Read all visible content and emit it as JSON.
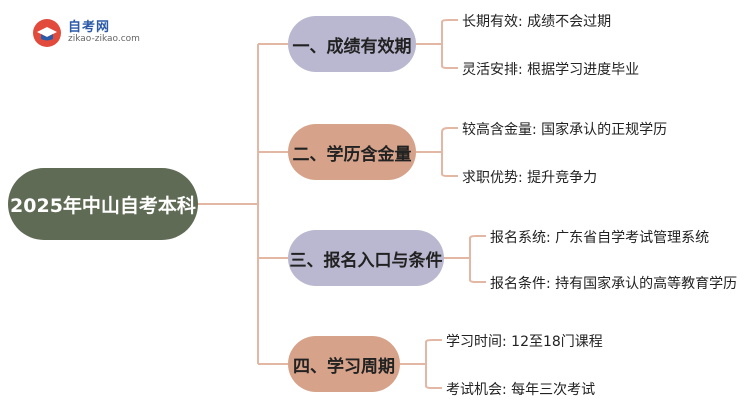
{
  "logo": {
    "title": "自考网",
    "url": "zikao-zikao.com"
  },
  "root": {
    "label": "2025年中山自考本科"
  },
  "branches": [
    {
      "label": "一、成绩有效期",
      "color": "#b9b8d0",
      "leaves": [
        "长期有效: 成绩不会过期",
        "灵活安排: 根据学习进度毕业"
      ]
    },
    {
      "label": "二、学历含金量",
      "color": "#d6a38a",
      "leaves": [
        "较高含金量: 国家承认的正规学历",
        "求职优势: 提升竞争力"
      ]
    },
    {
      "label": "三、报名入口与条件",
      "color": "#b9b8d0",
      "leaves": [
        "报名系统: 广东省自学考试管理系统",
        "报名条件: 持有国家承认的高等教育学历"
      ]
    },
    {
      "label": "四、学习周期",
      "color": "#d6a38a",
      "leaves": [
        "学习时间: 12至18门课程",
        "考试机会: 每年三次考试"
      ]
    }
  ],
  "colors": {
    "line": "#e2b7a4",
    "root": "#5f6b54"
  }
}
